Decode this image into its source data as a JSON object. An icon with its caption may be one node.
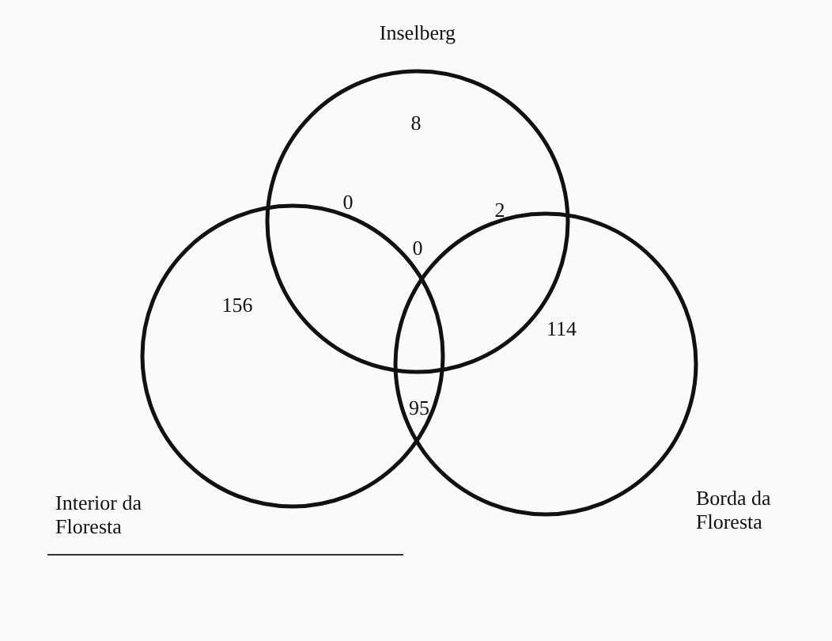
{
  "diagram": {
    "nodes": [
      {
        "text": [
          "Inselberg"
        ]
      },
      {
        "text": [
          "Interior da Floresta"
        ]
      },
      {
        "text": [
          "Borda da Floresta"
        ]
      }
    ],
    "edges": [],
    "labels": [
      "8",
      "0",
      "2",
      "0",
      "156",
      "114",
      "95"
    ]
  }
}
